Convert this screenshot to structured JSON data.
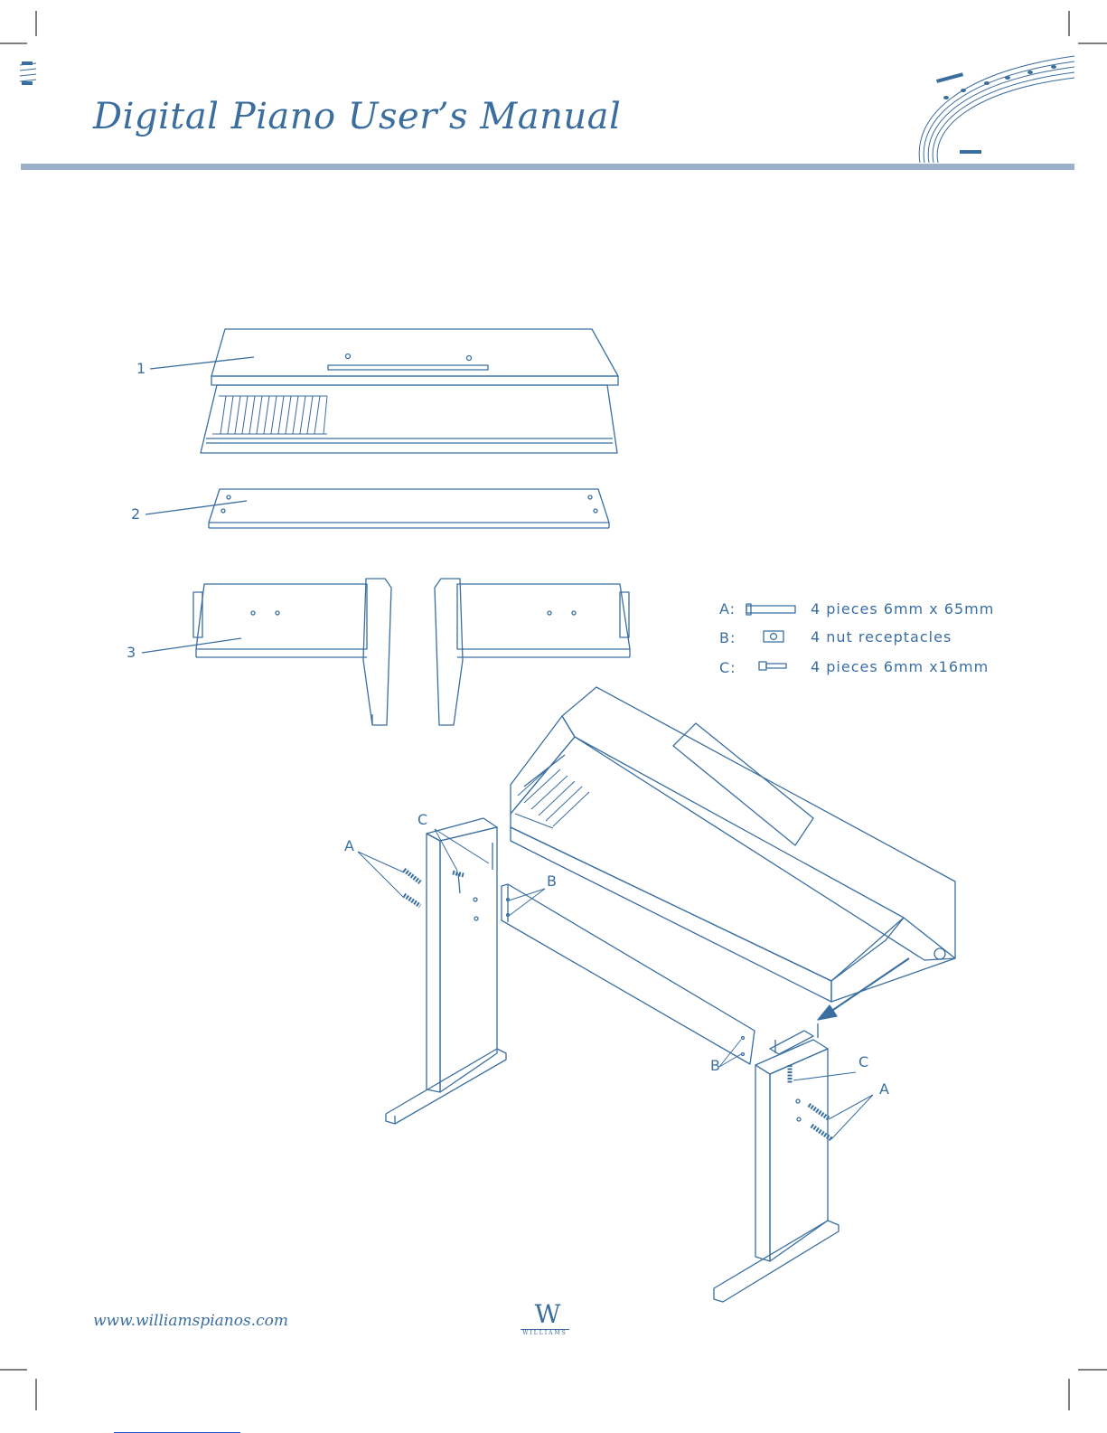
{
  "header": {
    "title": "Digital Piano User’s Manual"
  },
  "callouts": {
    "one": "1",
    "two": "2",
    "three": "3"
  },
  "parts": [
    {
      "key": "A:",
      "desc": "4 pieces 6mm x 65mm"
    },
    {
      "key": "B:",
      "desc": "4 nut receptacles"
    },
    {
      "key": "C:",
      "desc": "4 pieces 6mm x16mm"
    }
  ],
  "assembly_labels": {
    "a": "A",
    "b": "B",
    "c": "C"
  },
  "footer": {
    "url": "www.williamspianos.com",
    "logo_mark": "W",
    "logo_text": "WILLIAMS"
  },
  "colors": {
    "ink": "#3a6fa0",
    "rule": "#9db0c9"
  }
}
